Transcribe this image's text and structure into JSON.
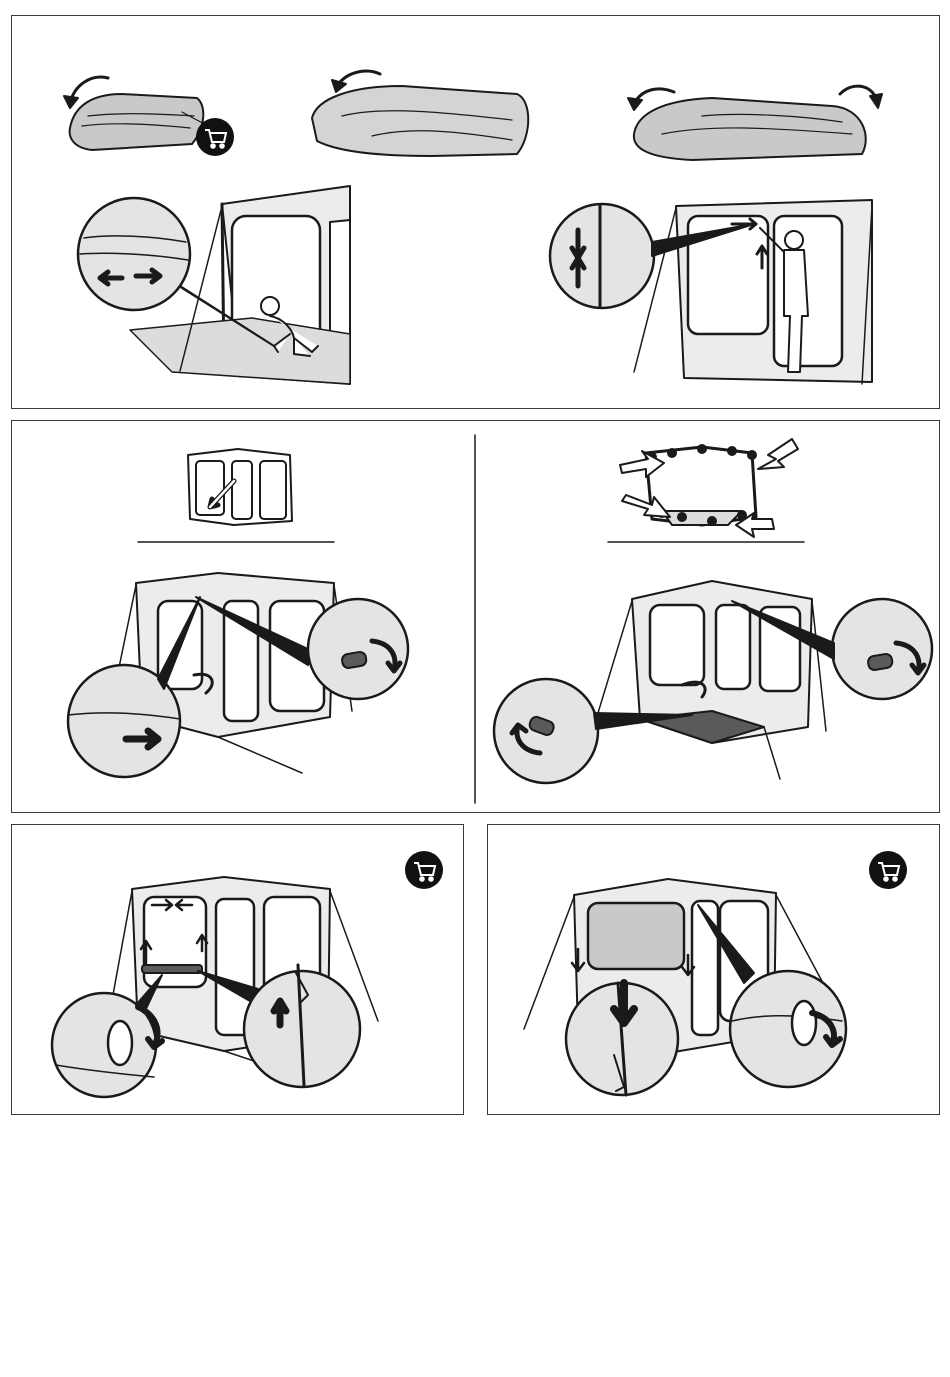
{
  "page": {
    "background": "#ffffff",
    "line_color": "#1a1a1a",
    "fill_gray": "#c9c9c9",
    "fill_light": "#ececec",
    "fill_dark": "#5a5a5a"
  },
  "panels": [
    {
      "name": "fold-and-unzip-step",
      "icons": [
        "folded-tent-icon",
        "cart-icon",
        "unfold-arrow-icon",
        "zip-detail-icon",
        "kneeling-person-icon",
        "standing-person-icon"
      ]
    },
    {
      "name": "frame-and-toggle-step",
      "icons": [
        "small-tent-frame-icon",
        "toggle-detail-icon",
        "arrow-icon"
      ]
    },
    {
      "name": "window-zip-step-left",
      "icons": [
        "cart-icon",
        "zip-up-detail-icon",
        "strap-detail-icon"
      ]
    },
    {
      "name": "window-zip-step-right",
      "icons": [
        "cart-icon",
        "zip-down-detail-icon",
        "strap-detail-icon"
      ]
    }
  ]
}
